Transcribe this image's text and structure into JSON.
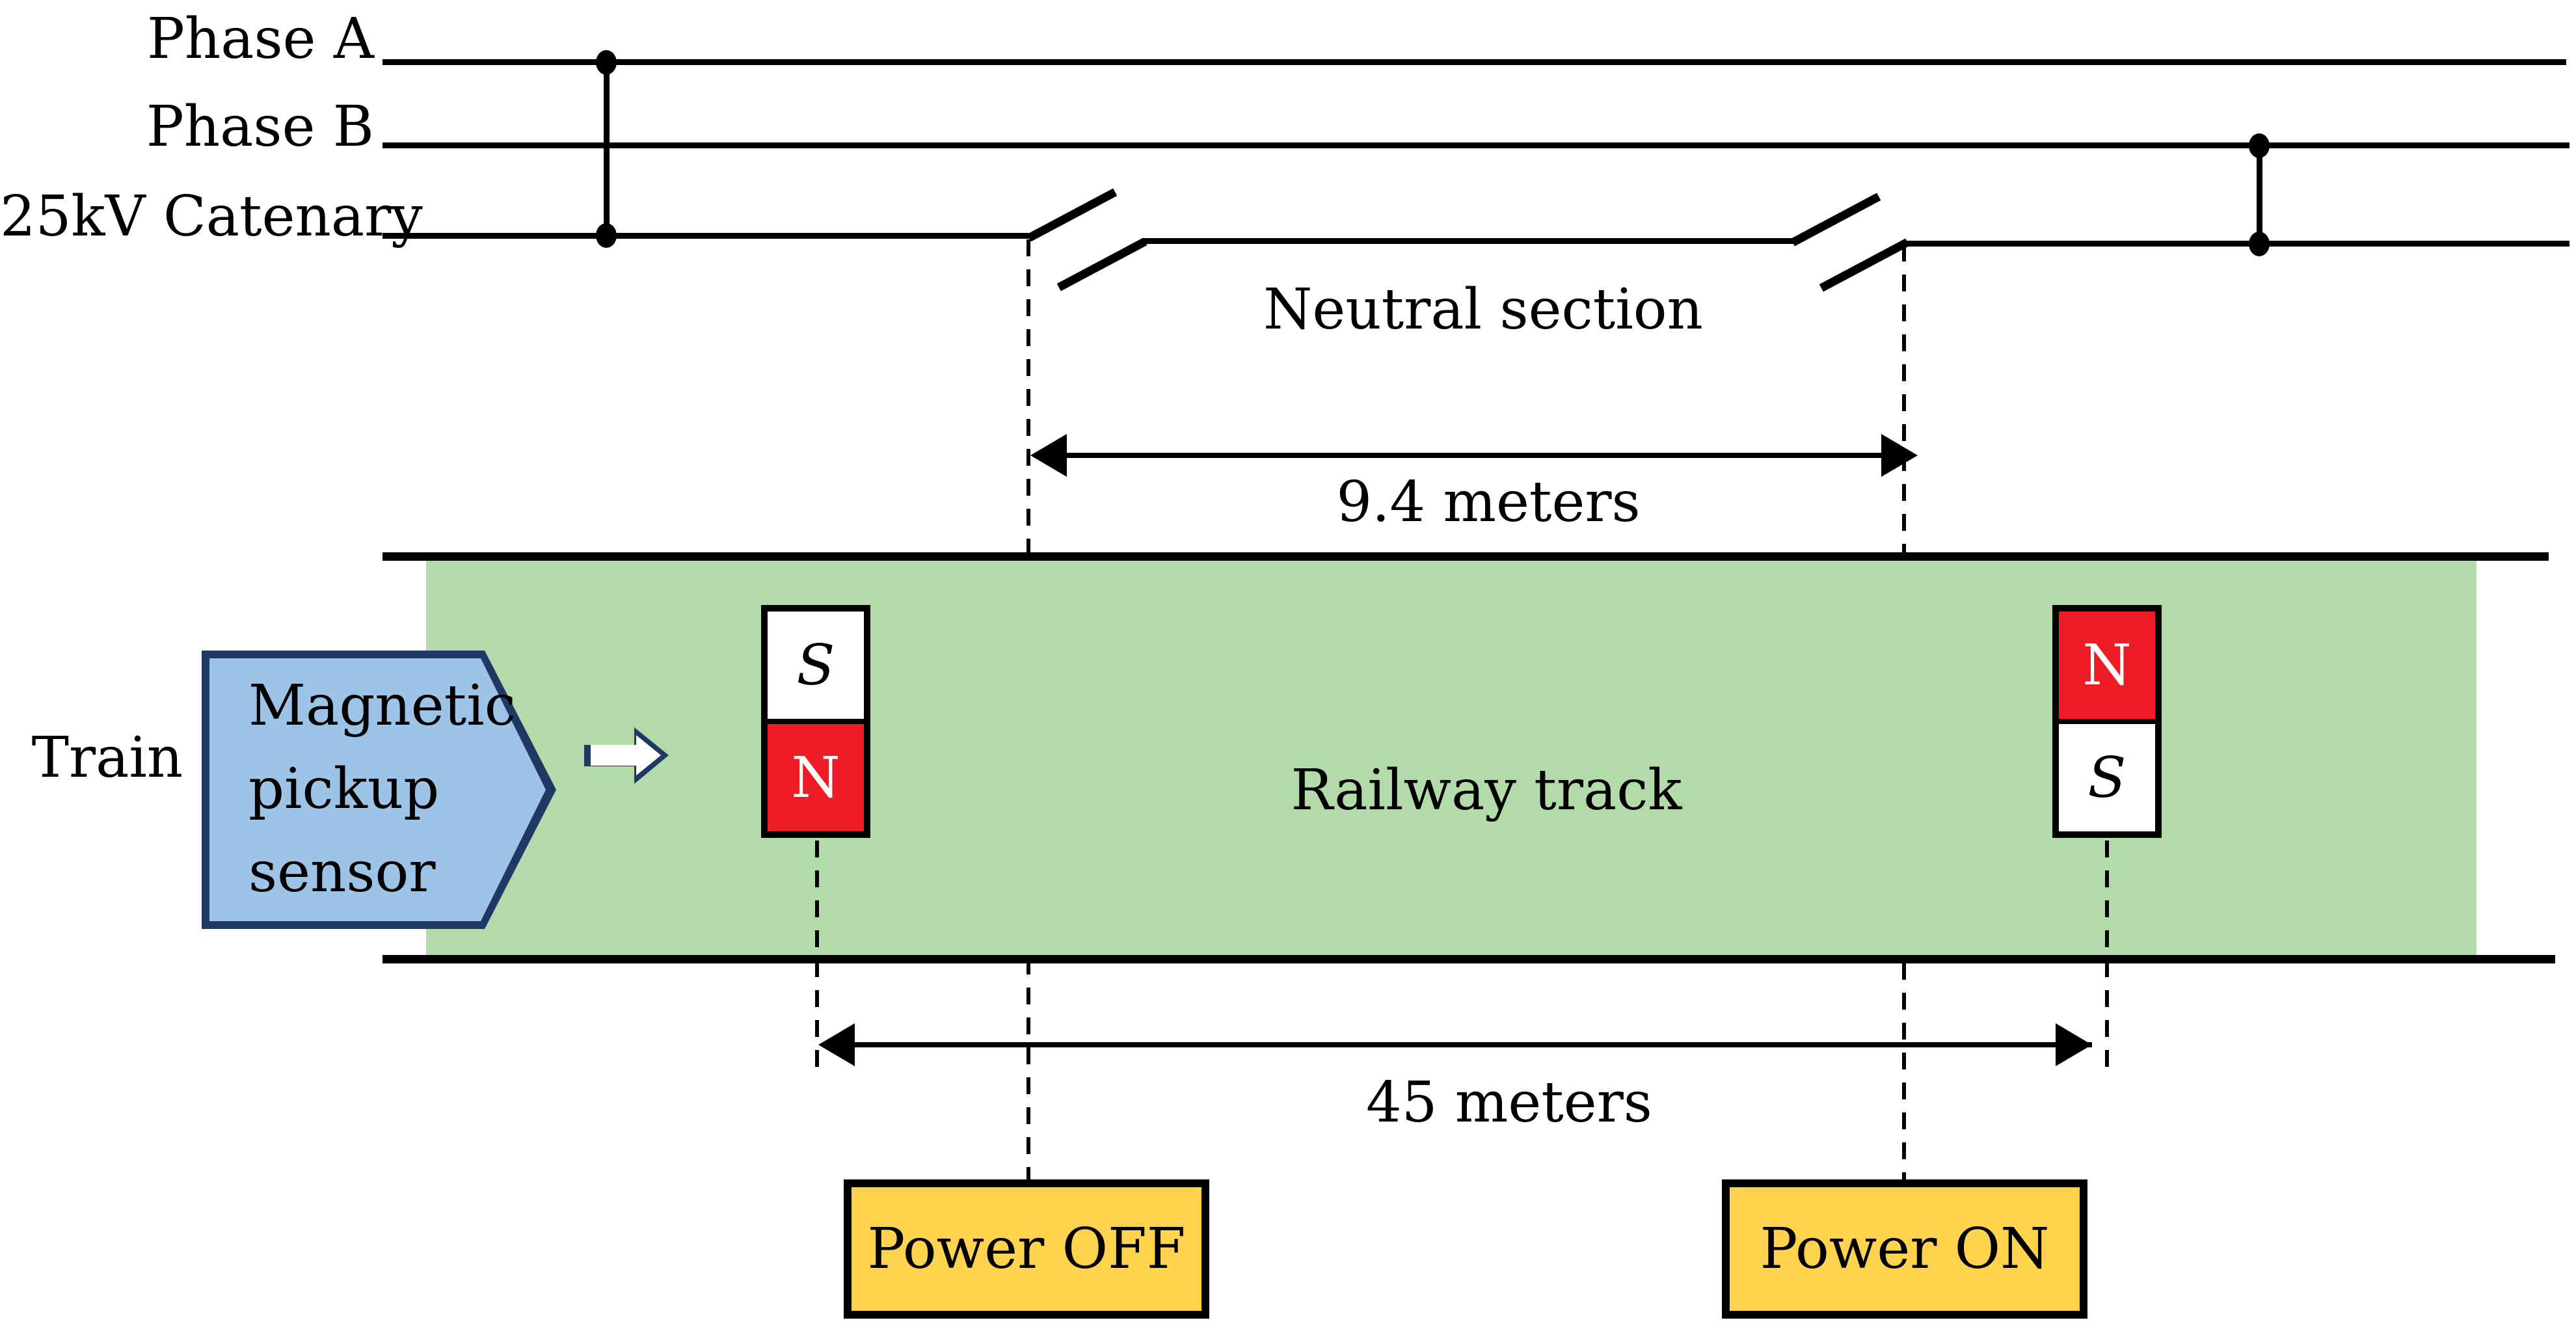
{
  "colors": {
    "track_green": "#B3DBAA",
    "sensor_blue": "#9DC3E6",
    "outline_navy": "#1F3864",
    "magnet_red": "#EE1C25",
    "box_yellow": "#FFD34D",
    "line_black": "#000000"
  },
  "wires": {
    "phase_a": "Phase A",
    "phase_b": "Phase B",
    "catenary": "25kV Catenary"
  },
  "neutral": {
    "label": "Neutral section",
    "length": "9.4 meters"
  },
  "track": {
    "label": "Railway track"
  },
  "train": {
    "label": "Train"
  },
  "sensor": {
    "line1": "Magnetic",
    "line2": "pickup",
    "line3": "sensor"
  },
  "magnet_left": {
    "top": "S",
    "bottom": "N"
  },
  "magnet_right": {
    "top": "N",
    "bottom": "S"
  },
  "distance": {
    "label": "45 meters"
  },
  "power": {
    "off": "Power OFF",
    "on": "Power ON"
  }
}
